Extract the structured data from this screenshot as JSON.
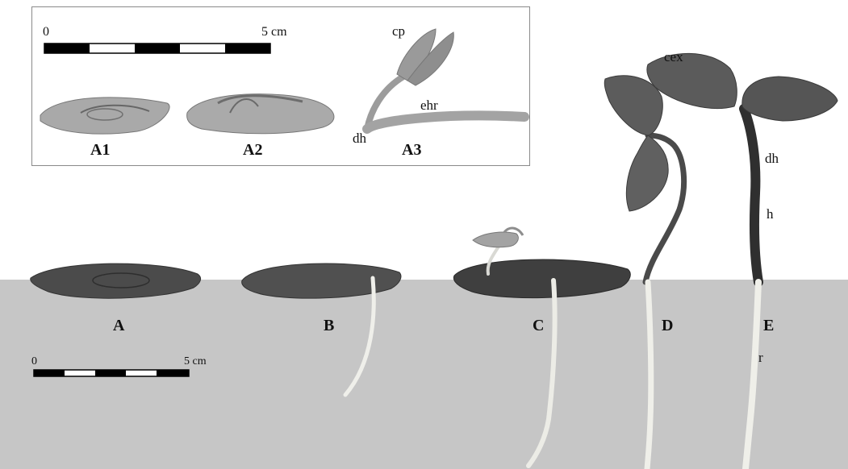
{
  "scale_bar_inset": {
    "start": "0",
    "end": "5 cm"
  },
  "scale_bar_main": {
    "start": "0",
    "end": "5 cm"
  },
  "inset_stages": [
    "A1",
    "A2",
    "A3"
  ],
  "inset_annotations": {
    "cp": "cp",
    "ehr": "ehr",
    "dh": "dh"
  },
  "main_stages": [
    "A",
    "B",
    "C",
    "D",
    "E"
  ],
  "main_annotations": {
    "cex": "cex",
    "dh": "dh",
    "h": "h",
    "r": "r"
  },
  "colors": {
    "ground": "#c6c6c6",
    "seed": "#4a4a4a",
    "root": "#eeeeea",
    "leaf": "#5e5e5e",
    "stem": "#3c3c3c",
    "inset_seed": "#a8a8a8"
  }
}
